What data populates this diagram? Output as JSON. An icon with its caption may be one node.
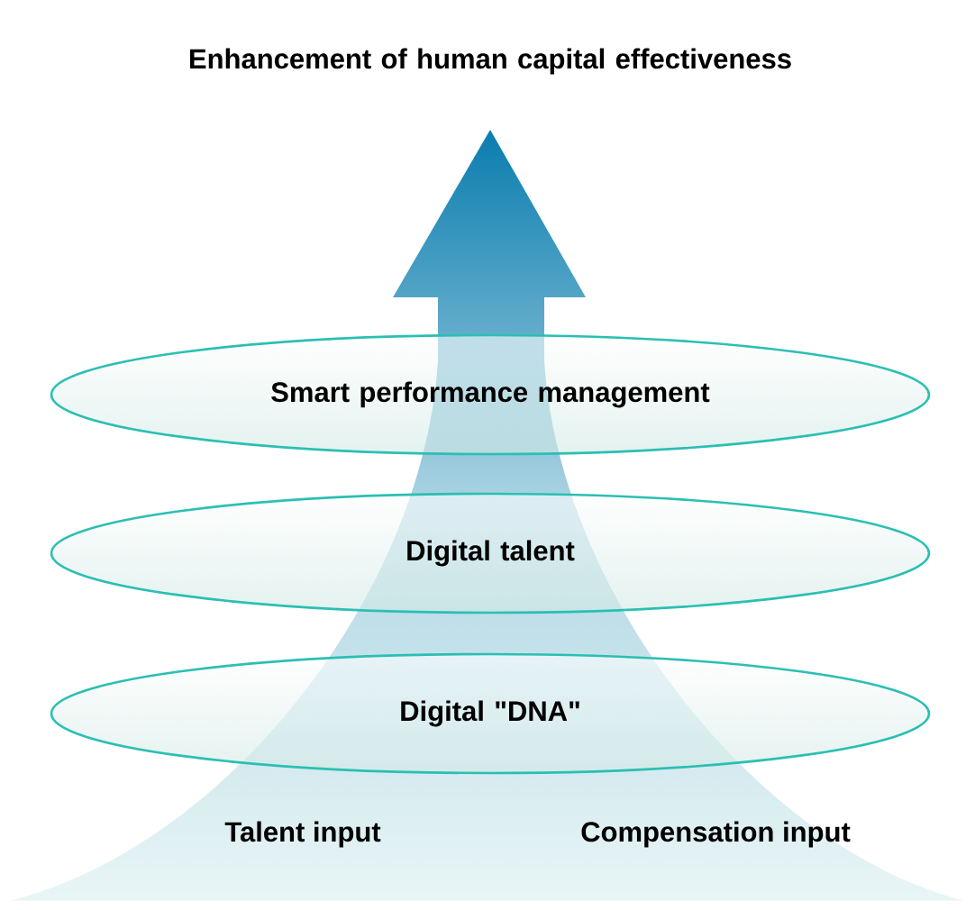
{
  "diagram": {
    "title": "Enhancement of human capital effectiveness",
    "nodes": [
      {
        "text": [
          "Smart performance management"
        ]
      },
      {
        "text": [
          "Digital talent"
        ]
      },
      {
        "text": [
          "Digital \"DNA\""
        ]
      }
    ],
    "labels": [
      "Talent input",
      "Compensation input"
    ]
  }
}
